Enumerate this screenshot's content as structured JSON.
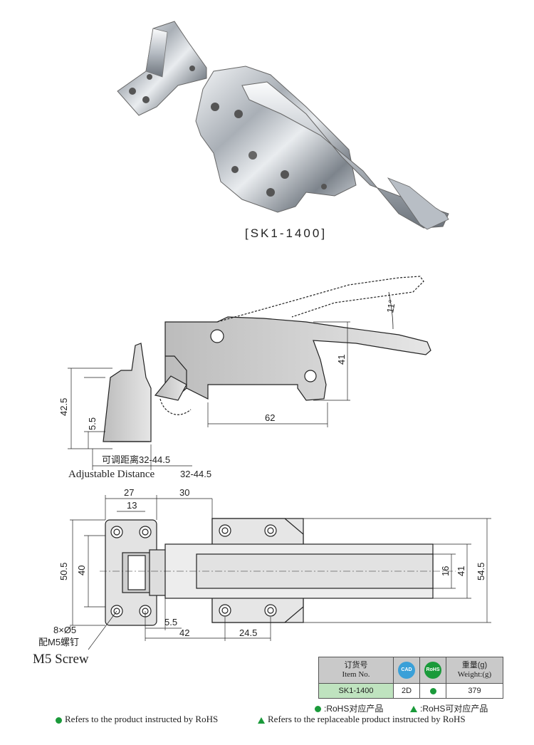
{
  "product": {
    "model_caption": "[SK1-1400]"
  },
  "side_view": {
    "angle": "11°",
    "dim_41": "41",
    "dim_62": "62",
    "dim_42_5": "42.5",
    "dim_5_5": "5.5",
    "adjustable_cn": "可调距离32-44.5",
    "adjustable_en": "Adjustable Distance",
    "adjustable_en_value": "32-44.5"
  },
  "top_view": {
    "dim_27": "27",
    "dim_13": "13",
    "dim_30": "30",
    "dim_50_5": "50.5",
    "dim_40": "40",
    "dim_16": "16",
    "dim_41": "41",
    "dim_54_5": "54.5",
    "dim_5_5": "5.5",
    "dim_42": "42",
    "dim_24_5": "24.5",
    "screw_spec": "8×Ø5",
    "screw_cn": "配M5螺钉",
    "screw_en": "M5 Screw"
  },
  "table": {
    "col1_cn": "订货号",
    "col1_en": "Item No.",
    "col2_icon": "CAD",
    "col3_icon": "RoHS",
    "col4_cn": "重量(g)",
    "col4_en": "Weight:(g)",
    "row": {
      "item": "SK1-1400",
      "cad": "2D",
      "weight": "379"
    }
  },
  "legend": {
    "cn_rohs": ":RoHS对应产品",
    "cn_replace": ":RoHS可对应产品",
    "en_rohs": "Refers to the product instructed by RoHS",
    "en_replace": "Refers to the replaceable product instructed by RoHS"
  },
  "colors": {
    "green": "#1a9a3a",
    "cad_blue": "#3aa0d8",
    "table_header": "#c9c9c9",
    "table_row": "#bfe3bf"
  }
}
